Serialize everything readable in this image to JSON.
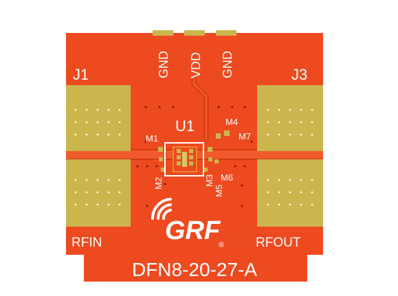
{
  "board": {
    "colors": {
      "substrate": "#ee4a1f",
      "substrate_dark": "#d83c14",
      "pad": "#cbb64e",
      "pad_edge": "#b49d3a",
      "silk": "#ffffff",
      "trace": "#e84a1c"
    },
    "labels": {
      "gnd_left": "GND",
      "vdd": "VDD",
      "gnd_right": "GND",
      "j1": "J1",
      "j3": "J3",
      "u1": "U1",
      "m1": "M1",
      "m2": "M2",
      "m3": "M3",
      "m4": "M4",
      "m5": "M5",
      "m6": "M6",
      "m7": "M7",
      "rfin": "RFIN",
      "rfout": "RFOUT",
      "part_number": "DFN8-20-27-A"
    },
    "logo": {
      "text": "GRF",
      "registered": "®",
      "icon": "wireless-signal-icon"
    }
  }
}
